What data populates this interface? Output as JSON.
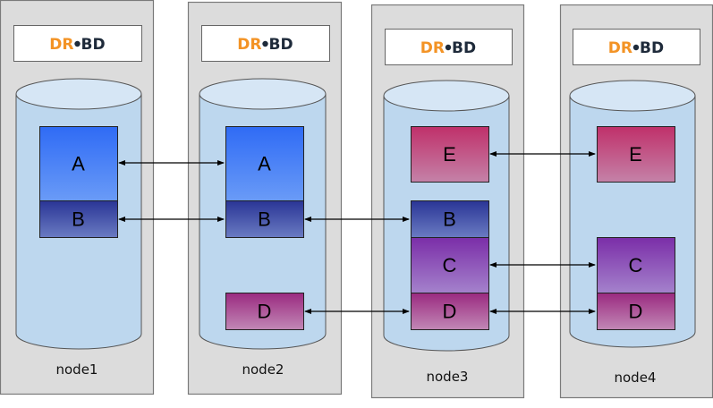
{
  "logo": {
    "part1": "DR",
    "part2": "BD"
  },
  "colors": {
    "panel": "#dcdcdc",
    "cylinder": "#bdd7ee",
    "cylinder_top": "#d6e6f5",
    "A": [
      "#2f6bf5",
      "#6a9bf7"
    ],
    "B": [
      "#2a3596",
      "#6a7bc2"
    ],
    "C": [
      "#7b2ea8",
      "#a482cc"
    ],
    "D": [
      "#9a2a80",
      "#c288b6"
    ],
    "E": [
      "#c0306a",
      "#c482a8"
    ]
  },
  "nodes": [
    {
      "name": "node1",
      "blocks": [
        "A",
        "B"
      ]
    },
    {
      "name": "node2",
      "blocks": [
        "A",
        "B",
        "D"
      ]
    },
    {
      "name": "node3",
      "blocks": [
        "E",
        "B",
        "C",
        "D"
      ]
    },
    {
      "name": "node4",
      "blocks": [
        "E",
        "C",
        "D"
      ]
    }
  ],
  "replication_links": [
    {
      "resource": "A",
      "between": [
        "node1",
        "node2"
      ]
    },
    {
      "resource": "B",
      "between": [
        "node1",
        "node2"
      ]
    },
    {
      "resource": "B",
      "between": [
        "node2",
        "node3"
      ]
    },
    {
      "resource": "D",
      "between": [
        "node2",
        "node3"
      ]
    },
    {
      "resource": "E",
      "between": [
        "node3",
        "node4"
      ]
    },
    {
      "resource": "C",
      "between": [
        "node3",
        "node4"
      ]
    },
    {
      "resource": "D",
      "between": [
        "node3",
        "node4"
      ]
    }
  ]
}
